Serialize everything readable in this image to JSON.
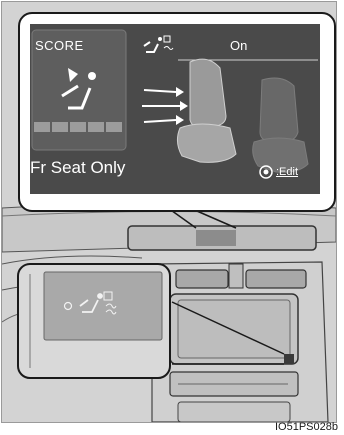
{
  "display": {
    "score_label": "SCORE",
    "status_value": "On",
    "mode_label": "Fr Seat Only",
    "edit_label": ":Edit"
  },
  "icons": {
    "score_icon": "seat-fan-icon",
    "header_icon": "seat-fan-icon",
    "switch_icon": "seat-fan-icon",
    "edit_icon": "dial-button-icon"
  },
  "colors": {
    "screen_bg": "#4a4a4a",
    "dashboard": "#cfcfcf",
    "outline": "#1a1a1a"
  },
  "figure": {
    "reference_code": "IO51PS028b"
  }
}
